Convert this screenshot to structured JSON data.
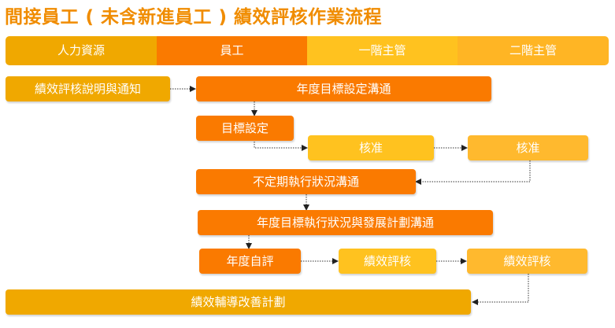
{
  "title": "間接員工 ( 未含新進員工 ) 績效評核作業流程",
  "lanes": [
    {
      "label": "人力資源"
    },
    {
      "label": "員工"
    },
    {
      "label": "一階主管"
    },
    {
      "label": "二階主管"
    }
  ],
  "steps": {
    "notice": "績效評核說明與通知",
    "goal_comm": "年度目標設定溝通",
    "goal_set": "目標設定",
    "approve1": "核准",
    "approve2": "核准",
    "irregular_comm": "不定期執行狀況溝通",
    "annual_comm": "年度目標執行狀況與發展計劃溝通",
    "self_eval": "年度自評",
    "eval1": "績效評核",
    "eval2": "績效評核",
    "improve_plan": "績效輔導改善計劃"
  },
  "colors": {
    "title": "#F08C00",
    "hr": "#F0A800",
    "employee": "#FA7A00",
    "manager1": "#FFC21F",
    "manager2": "#FFB92E"
  }
}
